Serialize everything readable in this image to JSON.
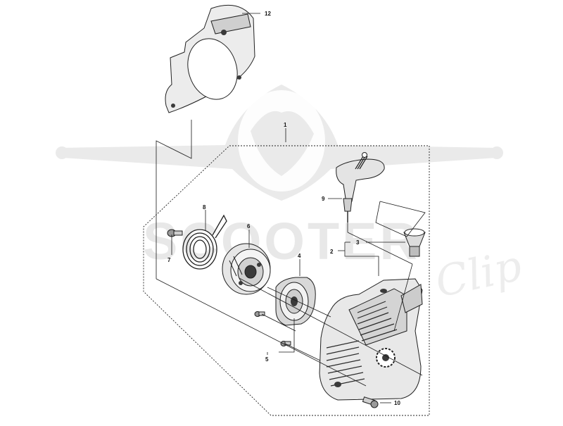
{
  "diagram": {
    "callouts": [
      {
        "id": "c1",
        "label": "1"
      },
      {
        "id": "c2",
        "label": "2"
      },
      {
        "id": "c3",
        "label": "3"
      },
      {
        "id": "c4",
        "label": "4"
      },
      {
        "id": "c5",
        "label": "5"
      },
      {
        "id": "c6",
        "label": "6"
      },
      {
        "id": "c7",
        "label": "7"
      },
      {
        "id": "c8",
        "label": "8"
      },
      {
        "id": "c9",
        "label": "9"
      },
      {
        "id": "c10",
        "label": "10"
      },
      {
        "id": "c12",
        "label": "12"
      }
    ]
  },
  "watermark": {
    "word": "SCOOTER",
    "script": "Clip",
    "color": "#d9d9d9"
  },
  "colors": {
    "line": "#1a1a1a",
    "part_fill": "#e6e6e6",
    "part_dark": "#3a3a3a"
  }
}
